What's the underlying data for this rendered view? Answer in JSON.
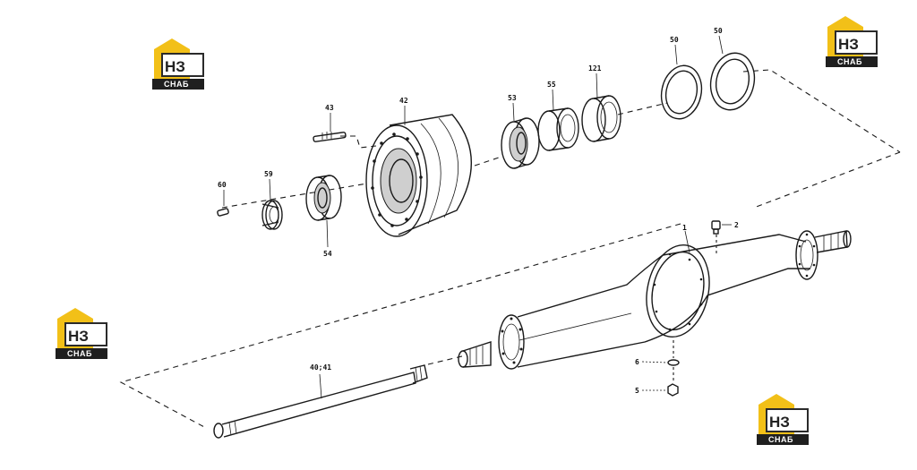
{
  "diagram": {
    "labels": {
      "p60": "60",
      "p59": "59",
      "p54": "54",
      "p43": "43",
      "p42": "42",
      "p53": "53",
      "p55": "55",
      "p121": "121",
      "p50a": "50",
      "p50b": "50",
      "p1": "1",
      "p2": "2",
      "p6": "6",
      "p5": "5",
      "p40_41": "40;41"
    }
  },
  "watermark": {
    "mark": "НЗ",
    "caption": "СНАБ",
    "colors": {
      "accent": "#f2c018",
      "dark": "#2b2b2b",
      "caption_bg": "#1f1f1f"
    }
  }
}
